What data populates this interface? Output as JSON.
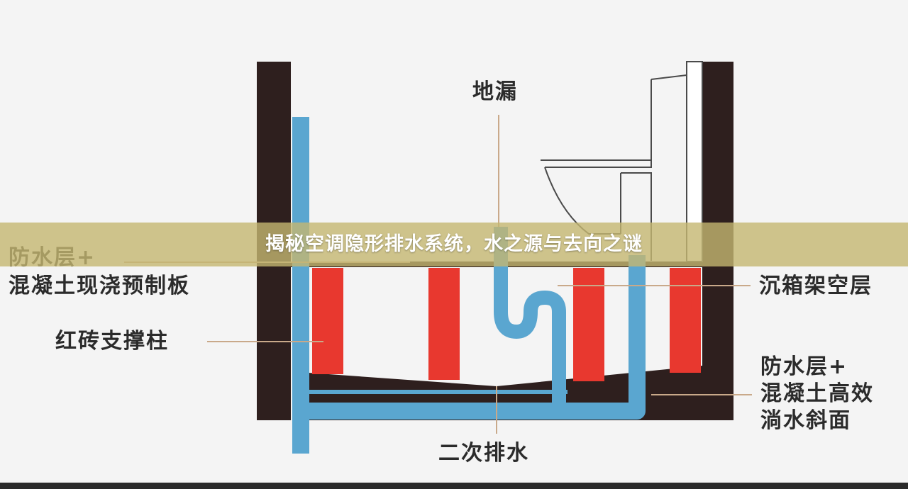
{
  "title": "揭秘空调隐形排水系统，水之源与去向之谜",
  "labels": {
    "floor_drain": "地漏",
    "waterproof_left_1": "防水层+",
    "waterproof_left_2": "混凝土现浇预制板",
    "brick_support": "红砖支撑柱",
    "sink_box_space": "沉箱架空层",
    "waterproof_right_1": "防水层+",
    "waterproof_right_2": "混凝土高效",
    "waterproof_right_3": "淌水斜面",
    "secondary_drain": "二次排水"
  },
  "colors": {
    "wall": "#2e1f1e",
    "pipe": "#5aa6d0",
    "brick": "#e8382f",
    "slab": "#2e1f1e",
    "leader": "#c9a98a",
    "label_text": "#2b2b2b",
    "title_band": "#c4b670",
    "title_text": "#ffffff"
  }
}
